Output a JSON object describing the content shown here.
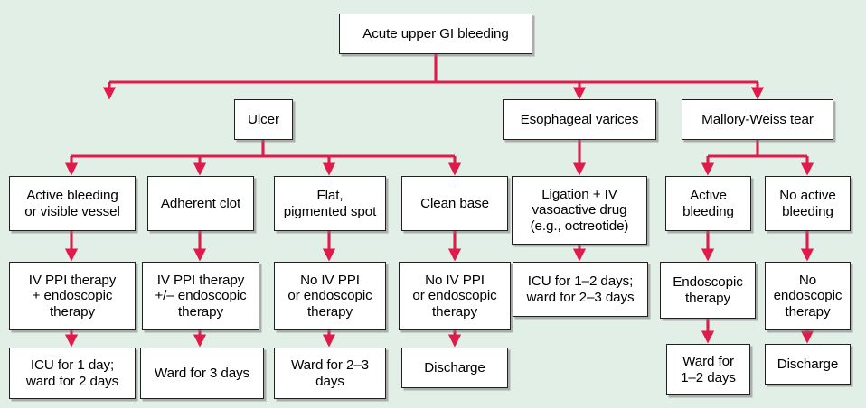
{
  "figure": {
    "kind": "clinical-algorithm-flowchart",
    "background_color": "#e2efe6",
    "box_fill_color": "#ffffff",
    "box_border_color": "#231f20",
    "connector_color": "#e01a4b"
  },
  "nodes": {
    "root": "Acute upper GI bleeding",
    "cause_ulcer": "Ulcer",
    "cause_varices": "Esophageal varices",
    "cause_mallory_weiss": "Mallory-Weiss tear",
    "ulcer_active_bleeding": "Active bleeding\nor visible vessel",
    "ulcer_adherent_clot": "Adherent clot",
    "ulcer_flat_spot": "Flat,\npigmented spot",
    "ulcer_clean_base": "Clean base",
    "varices_treatment": "Ligation + IV\nvasoactive drug\n(e.g., octreotide)",
    "mw_active_bleeding": "Active\nbleeding",
    "mw_no_active_bleeding": "No active\nbleeding",
    "tx_ppi_endoscopic": "IV PPI therapy\n+ endoscopic\ntherapy",
    "tx_ppi_plusminus_endoscopic": "IV PPI therapy\n+/– endoscopic\ntherapy",
    "tx_no_ppi_1": "No IV PPI\nor endoscopic\ntherapy",
    "tx_no_ppi_2": "No IV PPI\nor endoscopic\ntherapy",
    "varices_disposition": "ICU for 1–2 days;\nward for 2–3 days",
    "mw_endoscopic_therapy": "Endoscopic\ntherapy",
    "mw_no_endoscopic_therapy": "No\nendoscopic\ntherapy",
    "dispo_icu_1_ward_2": "ICU for 1 day;\nward for 2 days",
    "dispo_ward_3": "Ward for 3 days",
    "dispo_ward_2_3": "Ward for 2–3\ndays",
    "dispo_discharge_ulcer": "Discharge",
    "dispo_ward_1_2": "Ward for\n1–2 days",
    "dispo_discharge_mw": "Discharge"
  }
}
